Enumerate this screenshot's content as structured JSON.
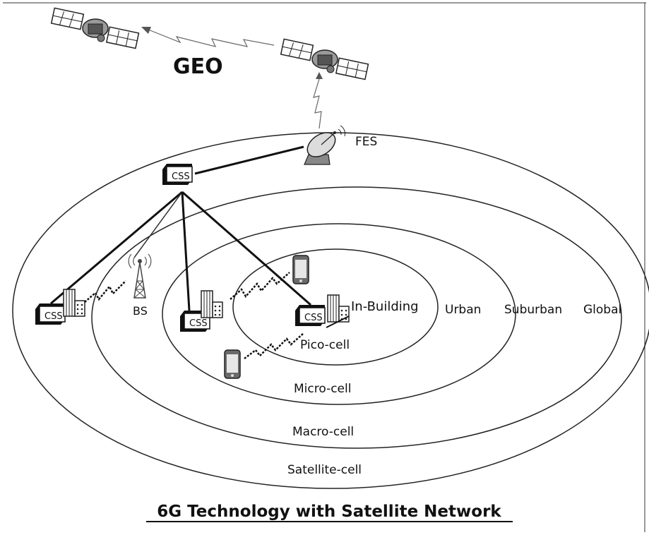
{
  "satellite": {
    "label": "GEO"
  },
  "earth_station": {
    "label": "FES"
  },
  "css_label": "CSS",
  "base_station": {
    "label": "BS"
  },
  "zones": {
    "in_building": "In-Building",
    "urban": "Urban",
    "suburban": "Suburban",
    "global": "Global"
  },
  "cells": {
    "pico": "Pico-cell",
    "micro": "Micro-cell",
    "macro": "Macro-cell",
    "satellite": "Satellite-cell"
  },
  "caption": "6G Technology with Satellite Network"
}
